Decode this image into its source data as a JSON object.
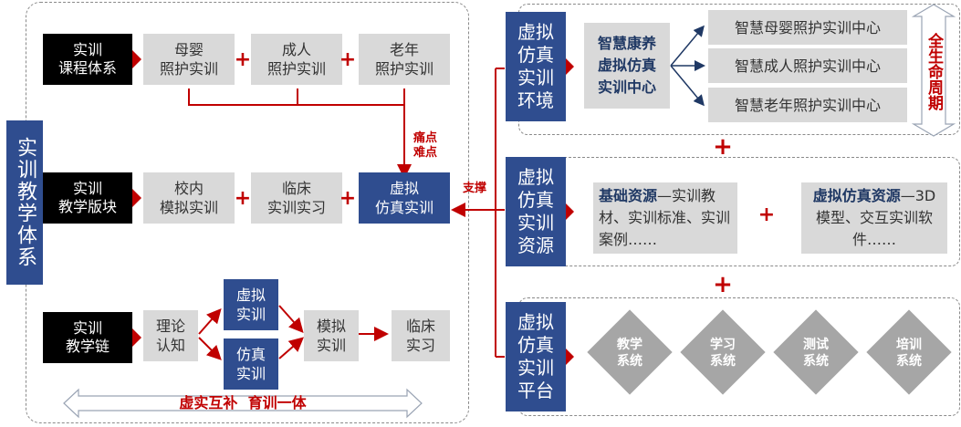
{
  "left": {
    "side_title": "实训教学体系",
    "row1": {
      "label": "实训\n课程体系",
      "items": [
        "母婴\n照护实训",
        "成人\n照护实训",
        "老年\n照护实训"
      ]
    },
    "row2": {
      "label": "实训\n教学版块",
      "items": [
        "校内\n模拟实训",
        "临床\n实训实习"
      ],
      "target": "虚拟\n仿真实训"
    },
    "row3": {
      "label": "实训\n教学链",
      "items": [
        "理论\n认知",
        "虚拟\n实训",
        "仿真\n实训",
        "模拟\n实训",
        "临床\n实习"
      ]
    },
    "pain_point": "痛点\n难点",
    "support": "支撑",
    "bottom_banner": "虚实互补  育训一体"
  },
  "right": {
    "env": {
      "label": "虚拟\n仿真\n实训\n环境",
      "center": "智慧康养\n虚拟仿真\n实训中心",
      "centers": [
        "智慧母婴照护实训中心",
        "智慧成人照护实训中心",
        "智慧老年照护实训中心"
      ],
      "lifecycle": "全生命周期"
    },
    "res": {
      "label": "虚拟\n仿真\n实训\n资源",
      "basic_title": "基础资源",
      "basic_text": "—实训教材、实训标准、实训案例……",
      "virtual_title": "虚拟仿真资源",
      "virtual_text": "—3D模型、交互实训软件……"
    },
    "plat": {
      "label": "虚拟\n仿真\n实训\n平台",
      "systems": [
        "教学\n系统",
        "学习\n系统",
        "测试\n系统",
        "培训\n系统"
      ]
    }
  },
  "plus_sign": "+",
  "colors": {
    "accent_red": "#c00000",
    "navy": "#2f4d8f",
    "gray_box": "#d9d9d9",
    "label_black": "#000000"
  }
}
